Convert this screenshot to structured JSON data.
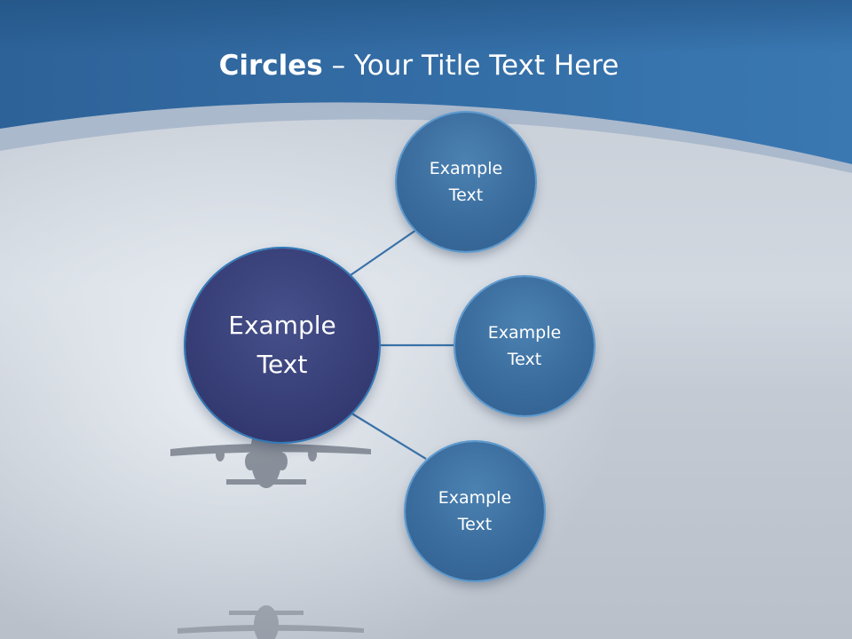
{
  "slide": {
    "title_bold": "Circles",
    "title_rest": " – Your Title Text Here"
  },
  "diagram": {
    "center": {
      "line1": "Example",
      "line2": "Text"
    },
    "nodes": [
      {
        "line1": "Example",
        "line2": "Text"
      },
      {
        "line1": "Example",
        "line2": "Text"
      },
      {
        "line1": "Example",
        "line2": "Text"
      }
    ]
  },
  "colors": {
    "header_blue": "#2f6a9e",
    "center_fill": "#383f78",
    "node_fill": "#3a6c9d",
    "connector": "#3a72a8"
  }
}
